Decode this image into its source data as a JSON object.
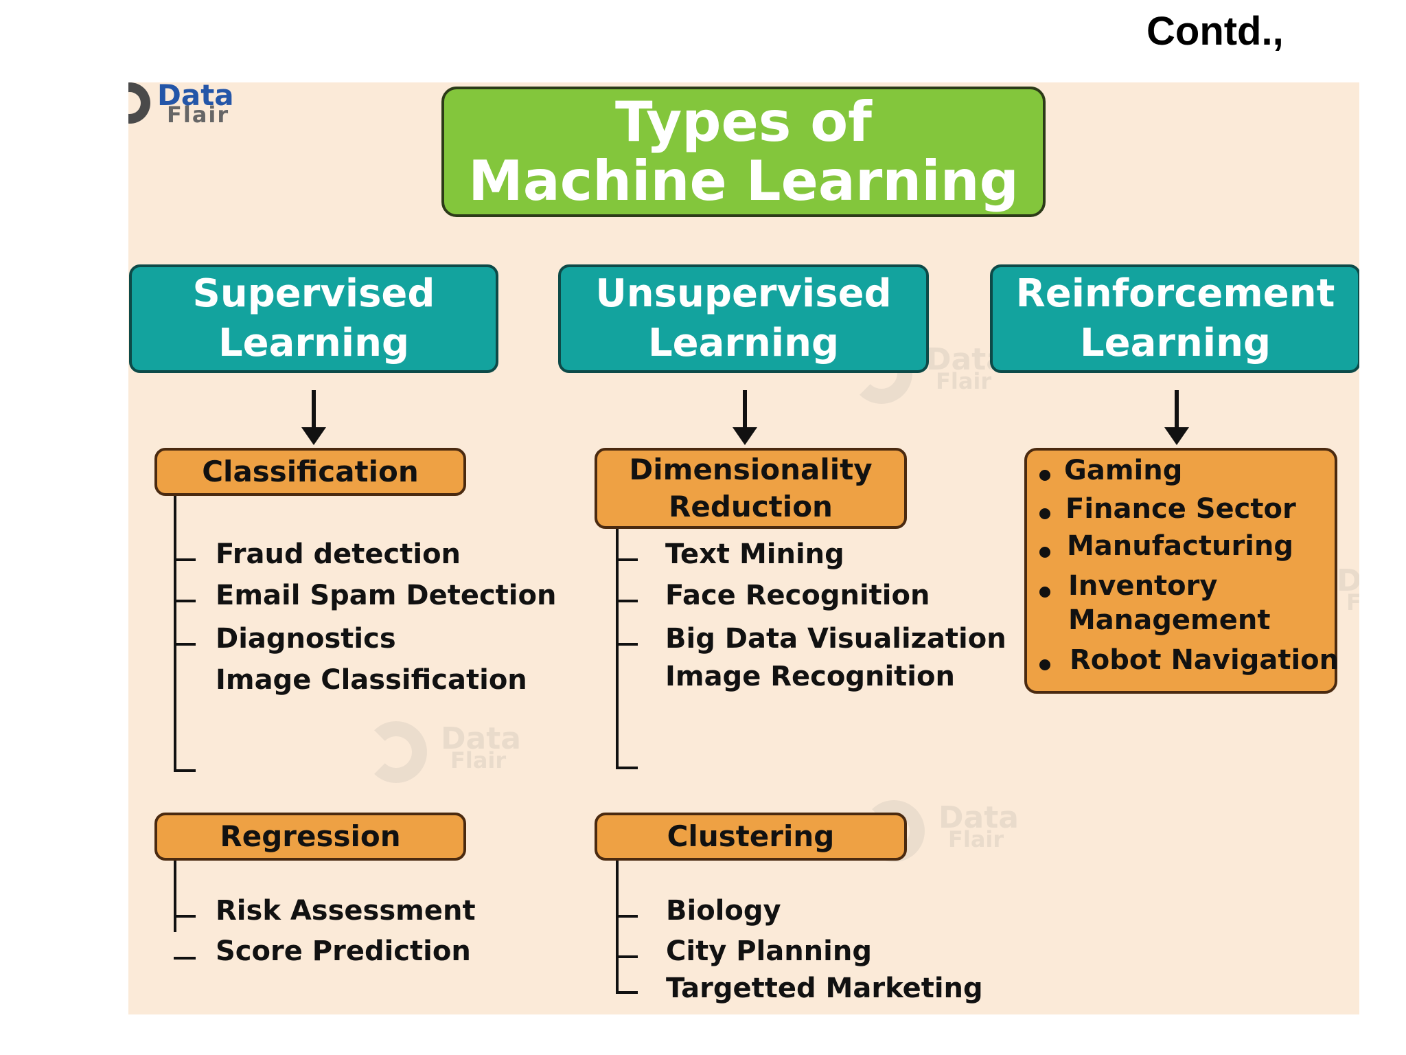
{
  "header": {
    "contd": "Contd.,"
  },
  "logo": {
    "line1": "Data",
    "line2": "Flair"
  },
  "watermark": {
    "line1": "Data",
    "line2": "Flair"
  },
  "title": {
    "line1": "Types of",
    "line2": "Machine Learning"
  },
  "types": [
    {
      "line1": "Supervised",
      "line2": "Learning"
    },
    {
      "line1": "Unsupervised",
      "line2": "Learning"
    },
    {
      "line1": "Reinforcement",
      "line2": "Learning"
    }
  ],
  "supervised": {
    "classification": {
      "label": "Classification",
      "items": [
        "Fraud detection",
        "Email Spam Detection",
        "Diagnostics",
        "Image Classification"
      ]
    },
    "regression": {
      "label": "Regression",
      "items": [
        "Risk Assessment",
        "Score Prediction"
      ]
    }
  },
  "unsupervised": {
    "dimensionality": {
      "line1": "Dimensionality",
      "line2": "Reduction",
      "items": [
        "Text Mining",
        "Face Recognition",
        "Big Data Visualization",
        "Image Recognition"
      ]
    },
    "clustering": {
      "label": "Clustering",
      "items": [
        "Biology",
        "City Planning",
        "Targetted Marketing"
      ]
    }
  },
  "reinforcement": {
    "items": [
      "Gaming",
      "Finance Sector",
      "Manufacturing",
      "Inventory",
      "Management",
      "Robot Navigation"
    ]
  }
}
